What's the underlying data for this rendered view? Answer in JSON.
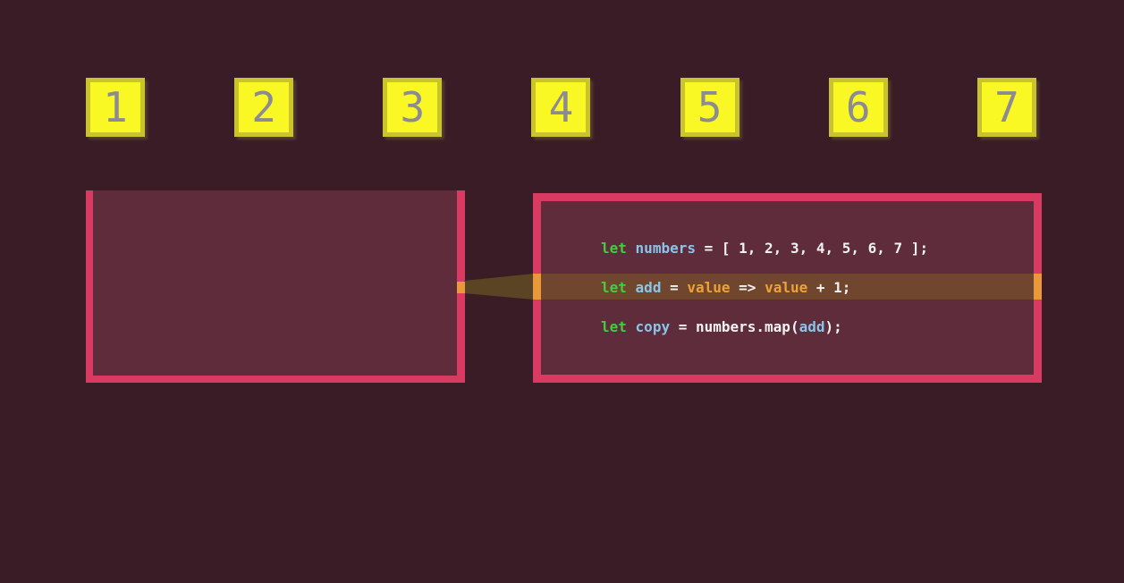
{
  "page": {
    "background_color": "#391c26",
    "description": "array map visualization frame"
  },
  "number_row": {
    "squares": [
      "1",
      "2",
      "3",
      "4",
      "5",
      "6",
      "7"
    ],
    "fill_color": "#f9f824",
    "border_color": "#c9c32d",
    "number_color": "#8c8b94"
  },
  "left_panel": {
    "border_color": "#d93a62",
    "fill_color": "#5e2c3b"
  },
  "code_panel": {
    "border_color": "#d93a62",
    "fill_color": "#5e2c3b",
    "token_colors": {
      "green": "#3fcf3f",
      "blue": "#87c5ea",
      "orange": "#efa037",
      "white": "#f2f2f2"
    },
    "lines": [
      {
        "highlighted": false,
        "tokens": [
          {
            "text": "let",
            "color": "green"
          },
          {
            "text": " ",
            "color": "white"
          },
          {
            "text": "numbers",
            "color": "blue"
          },
          {
            "text": " = [ 1, 2, 3, 4, 5, 6, 7 ];",
            "color": "white"
          }
        ]
      },
      {
        "highlighted": true,
        "tokens": [
          {
            "text": "let",
            "color": "green"
          },
          {
            "text": " ",
            "color": "white"
          },
          {
            "text": "add",
            "color": "blue"
          },
          {
            "text": " = ",
            "color": "white"
          },
          {
            "text": "value",
            "color": "orange"
          },
          {
            "text": " => ",
            "color": "white"
          },
          {
            "text": "value",
            "color": "orange"
          },
          {
            "text": " + 1;",
            "color": "white"
          }
        ]
      },
      {
        "highlighted": false,
        "tokens": [
          {
            "text": "let",
            "color": "green"
          },
          {
            "text": " ",
            "color": "white"
          },
          {
            "text": "copy",
            "color": "blue"
          },
          {
            "text": " = numbers.map(",
            "color": "white"
          },
          {
            "text": "add",
            "color": "blue"
          },
          {
            "text": ");",
            "color": "white"
          }
        ]
      }
    ]
  },
  "highlight": {
    "band_color_over_interior": "#70472e",
    "cap_color": "#e9983a",
    "beam_color": "#5a4423"
  }
}
